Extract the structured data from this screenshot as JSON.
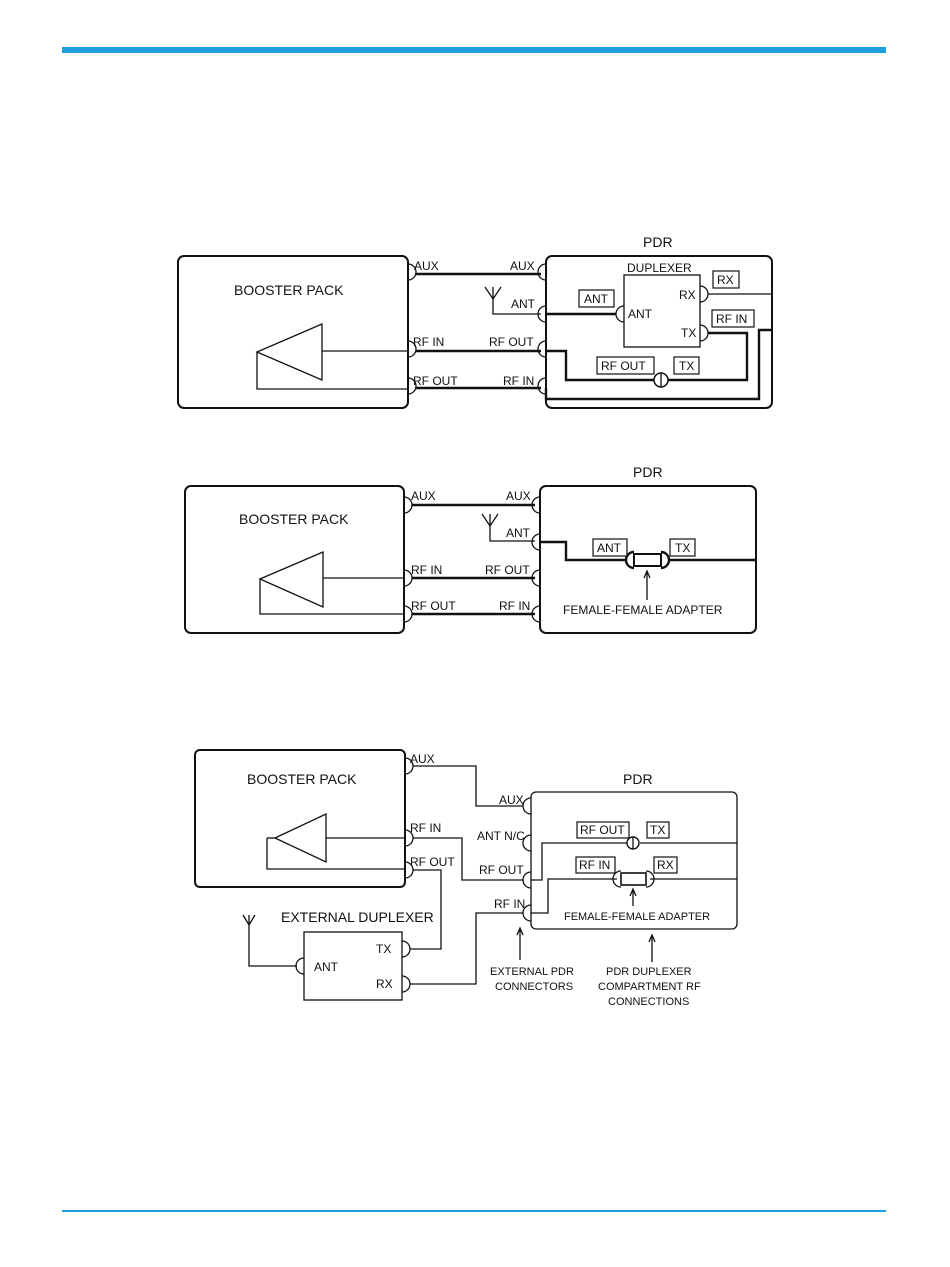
{
  "colors": {
    "rule": "#1ea0dc",
    "line": "#111111"
  },
  "diagram1": {
    "pdr_title": "PDR",
    "booster_label": "BOOSTER PACK",
    "duplexer_label": "DUPLEXER",
    "aux_left": "AUX",
    "aux_right": "AUX",
    "ant_port": "ANT",
    "rf_in_left": "RF IN",
    "rf_out_right": "RF OUT",
    "rf_out_left": "RF OUT",
    "rf_in_right": "RF IN",
    "dup_ant": "ANT",
    "dup_rx": "RX",
    "dup_tx": "TX",
    "tag_ant": "ANT",
    "tag_rx": "RX",
    "tag_rf_in": "RF IN",
    "tag_rf_out": "RF OUT",
    "tag_tx": "TX"
  },
  "diagram2": {
    "pdr_title": "PDR",
    "booster_label": "BOOSTER PACK",
    "aux_left": "AUX",
    "aux_right": "AUX",
    "ant_port": "ANT",
    "rf_in_left": "RF IN",
    "rf_out_right": "RF OUT",
    "rf_out_left": "RF OUT",
    "rf_in_right": "RF IN",
    "tag_ant": "ANT",
    "tag_tx": "TX",
    "adapter_label": "FEMALE-FEMALE ADAPTER"
  },
  "diagram3": {
    "pdr_title": "PDR",
    "booster_label": "BOOSTER PACK",
    "aux_left": "AUX",
    "rf_in_left": "RF IN",
    "rf_out_left": "RF OUT",
    "aux_right": "AUX",
    "ant_nc": "ANT N/C",
    "rf_out_right": "RF OUT",
    "rf_in_right": "RF IN",
    "tag_rf_out": "RF OUT",
    "tag_tx": "TX",
    "tag_rf_in": "RF IN",
    "tag_rx": "RX",
    "adapter_label": "FEMALE-FEMALE ADAPTER",
    "ext_duplexer_title": "EXTERNAL DUPLEXER",
    "ext_ant": "ANT",
    "ext_tx": "TX",
    "ext_rx": "RX",
    "note_external_1": "EXTERNAL PDR",
    "note_external_2": "CONNECTORS",
    "note_pdr_1": "PDR DUPLEXER",
    "note_pdr_2": "COMPARTMENT RF",
    "note_pdr_3": "CONNECTIONS"
  }
}
